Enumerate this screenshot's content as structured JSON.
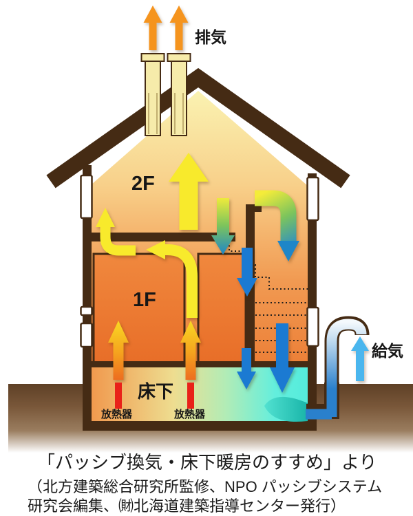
{
  "diagram_title": "パッシブ換気・床下暖房 house cross-section diagram",
  "labels": {
    "exhaust": "排気",
    "supply": "給気",
    "floor2": "2F",
    "floor1": "1F",
    "underfloor": "床下",
    "radiator_left": "放熱器",
    "radiator_right": "放熱器"
  },
  "caption": {
    "line1": "「パッシブ換気・床下暖房のすすめ」より",
    "line2": "（北方建築総合研究所監修、NPO パッシブシステム",
    "line3": "研究会編集、㈶北海道建築指導センター発行）"
  },
  "colors": {
    "structure_brown": "#452b14",
    "chimney_cream": "#f6ebaa",
    "exhaust_orange": "#f5941e",
    "warm_yellow": "#f8ea2c",
    "cool_blue": "#1b7ad2",
    "supply_lightblue": "#4ab6ee",
    "radiator_red": "#e92119",
    "underfloor_cyan": "#55ecdc",
    "ground_brown": "#6e4e30",
    "interior_top": "#faf3b2",
    "interior_bottom": "#ec8038"
  },
  "icons": {
    "exhaust_arrows": "two orange up arrows above chimneys",
    "supply_arrow": "light blue up arrow at air intake pipe",
    "warm_air": "yellow arrows rising through house",
    "cooling_air": "yellow-to-blue gradient arrows descending",
    "cold_air": "blue arrows descending stairwell to underfloor",
    "radiator_heat": "yellow-orange arrows rising from radiators"
  }
}
